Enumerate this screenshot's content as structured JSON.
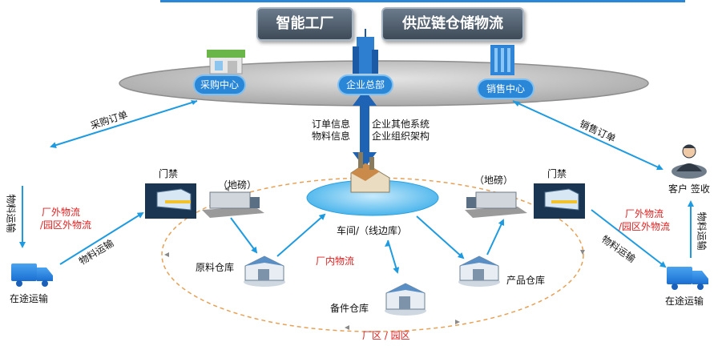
{
  "header": {
    "title_left": "智能工厂",
    "title_right": "供应链仓储物流"
  },
  "top_ring": {
    "purchasing": "采购中心",
    "hq": "企业总部",
    "sales": "销售中心"
  },
  "flows": {
    "purchase_order": "采购订单",
    "sales_order": "销售订单",
    "info_left": [
      "订单信息",
      "物料信息"
    ],
    "info_right": [
      "企业其他系统",
      "企业组织架构"
    ],
    "material_transport_left_vertical": "物料运输",
    "material_transport_left": "物料运输",
    "material_transport_right": "物料运输",
    "material_transport_right_vertical": "物料运输"
  },
  "left": {
    "external_logistics": [
      "厂外物流",
      "/园区外物流"
    ],
    "in_transit": "在途运输",
    "gate": "门禁",
    "weighbridge": "（地磅）",
    "raw_warehouse": "原料仓库"
  },
  "center": {
    "workshop": "车间/（线边库）",
    "internal_logistics": "厂内物流",
    "spare_warehouse": "备件仓库",
    "plant_zone": "厂区 / 园区"
  },
  "right": {
    "weighbridge": "（地磅）",
    "gate": "门禁",
    "customer": "客户  签收",
    "external_logistics": [
      "厂外物流",
      "/园区外物流"
    ],
    "product_warehouse": "产品仓库",
    "in_transit": "在途运输"
  }
}
